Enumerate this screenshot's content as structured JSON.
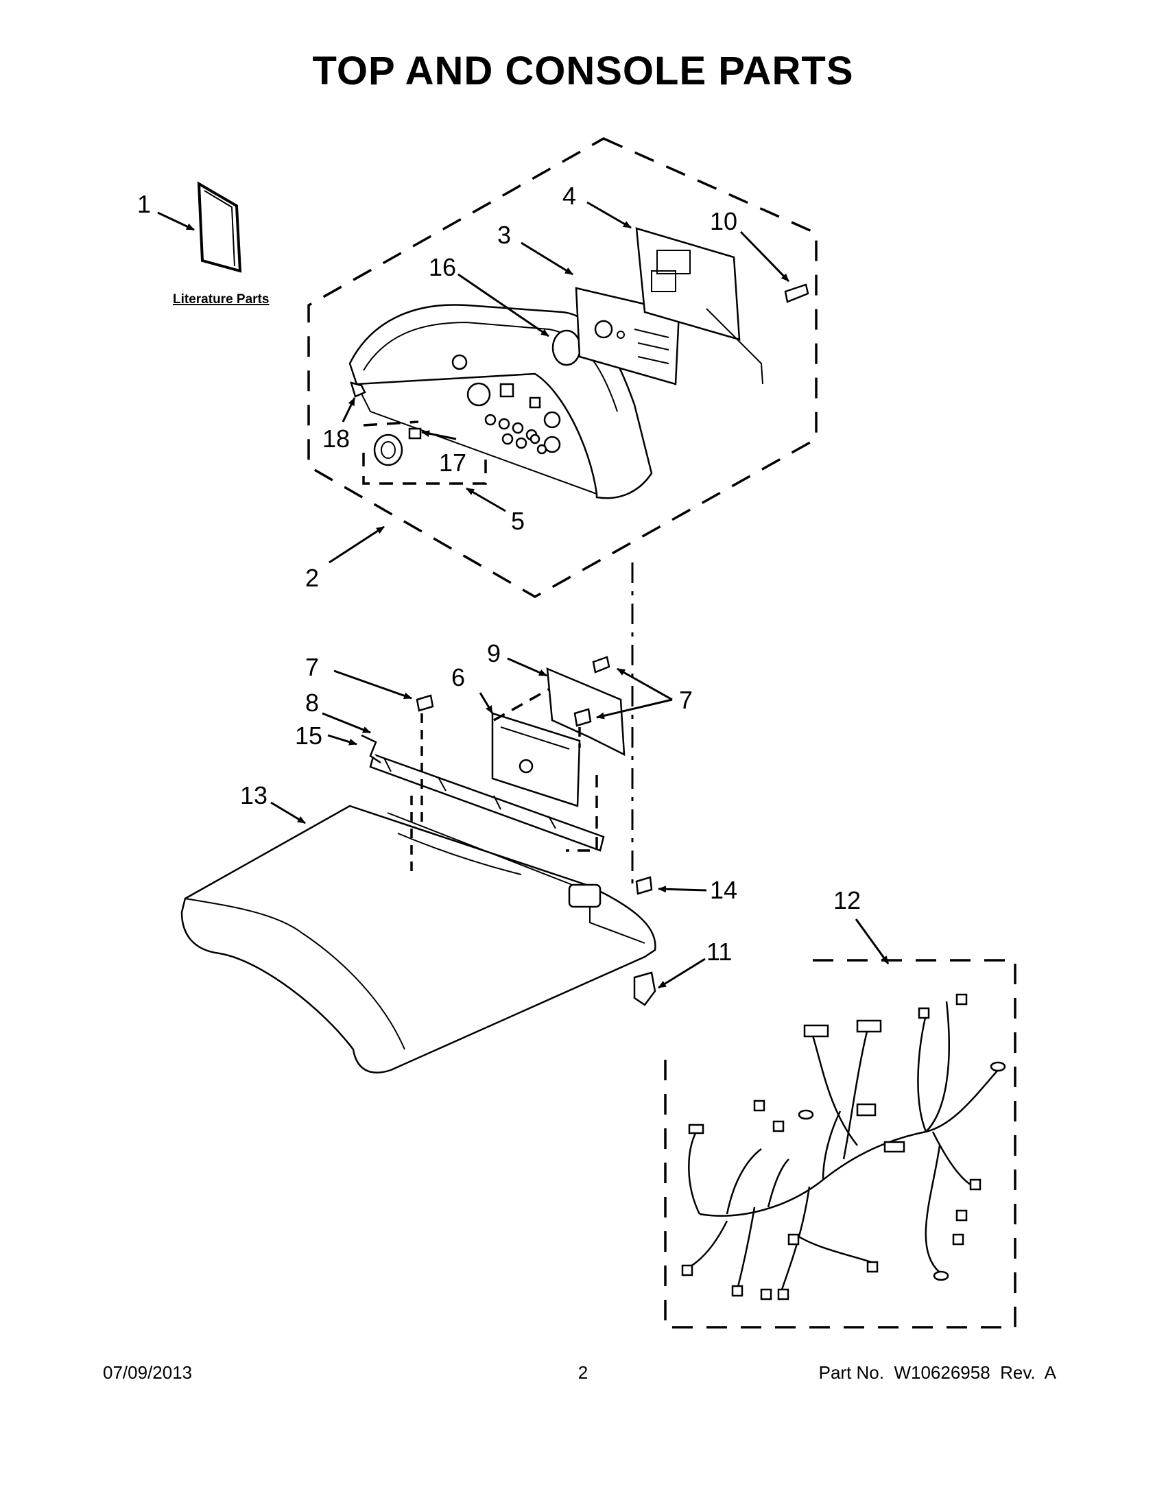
{
  "page": {
    "title": "TOP AND CONSOLE PARTS",
    "literature_label": "Literature Parts",
    "footer": {
      "date": "07/09/2013",
      "page_number": "2",
      "part_no": "Part No.  W10626958  Rev.  A"
    }
  },
  "callouts": {
    "c1": "1",
    "c2": "2",
    "c3": "3",
    "c4": "4",
    "c5": "5",
    "c6": "6",
    "c7a": "7",
    "c7b": "7",
    "c8": "8",
    "c9": "9",
    "c10": "10",
    "c11": "11",
    "c12": "12",
    "c13": "13",
    "c14": "14",
    "c15": "15",
    "c16": "16",
    "c17": "17",
    "c18": "18"
  }
}
